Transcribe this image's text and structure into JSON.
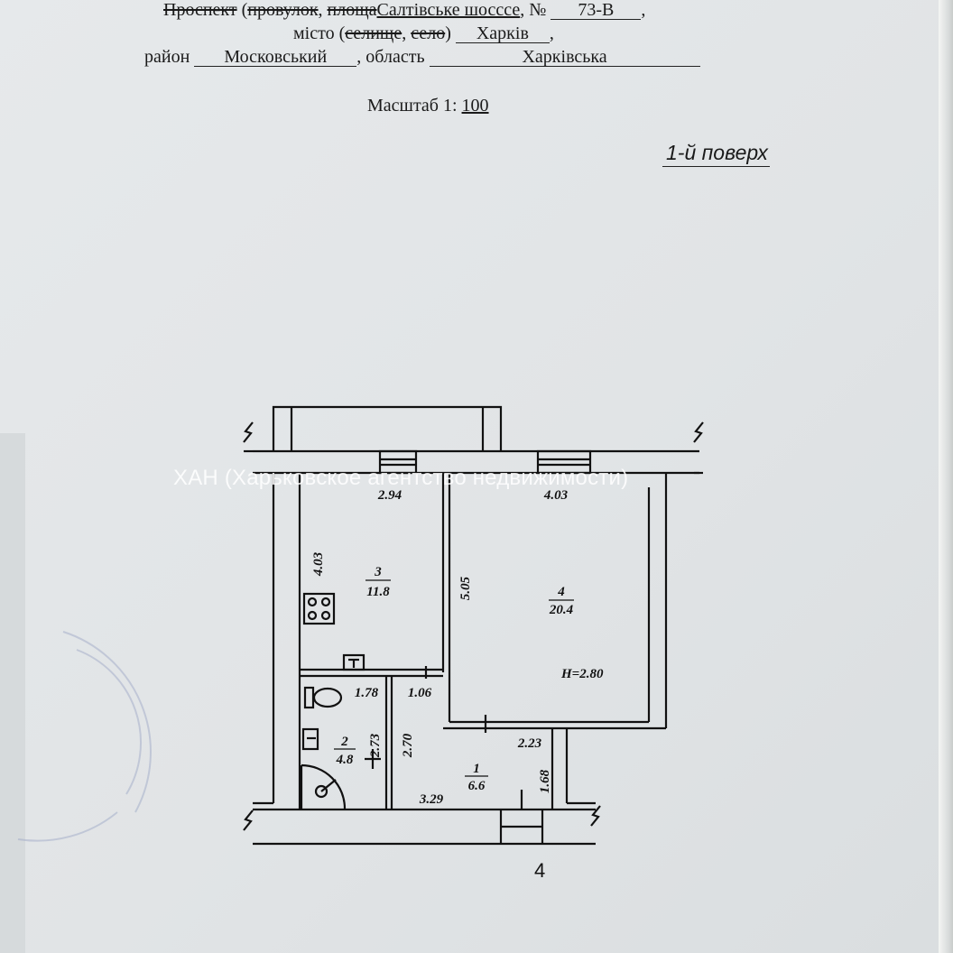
{
  "address": {
    "street_types": [
      "Проспект",
      "провулок",
      "площа"
    ],
    "street_name": "Салтівське шосссе",
    "number_label": "№",
    "number": "73-В",
    "city_label": "місто",
    "settlement_types": [
      "селище",
      "село"
    ],
    "city": "Харків",
    "district_label": "район",
    "district": "Московський",
    "region_label": "область",
    "region": "Харківська"
  },
  "scale": {
    "label": "Масштаб 1:",
    "value": "100"
  },
  "floor_label": "1-й поверх",
  "watermark": "ХАН (Харьковское агентство недвижимости)",
  "ceiling_height": "Н=2.80",
  "axis_label": "4",
  "rooms": [
    {
      "number": "1",
      "area": "6.6"
    },
    {
      "number": "2",
      "area": "4.8"
    },
    {
      "number": "3",
      "area": "11.8"
    },
    {
      "number": "4",
      "area": "20.4"
    }
  ],
  "dimensions": {
    "kitchen_width": "2.94",
    "living_width": "4.03",
    "kitchen_length": "4.03",
    "living_length": "5.05",
    "bath_width": "1.78",
    "hall_niche": "1.06",
    "bath_length": "2.73",
    "hall_length": "2.70",
    "hall_right": "2.23",
    "hall_width": "3.29",
    "hall_depth": "1.68"
  },
  "colors": {
    "wall": "#111111",
    "paper": "#e3e6e8"
  }
}
